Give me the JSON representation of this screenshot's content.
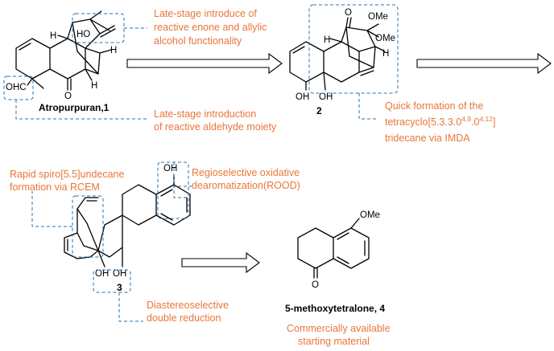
{
  "compounds": {
    "atropurpuran": "Atropurpuran,1",
    "c2": "2",
    "c3": "3",
    "c4": "5-methoxytetralone, 4"
  },
  "notes": {
    "enone_line1": "Late-stage introduce of",
    "enone_line2": "reactive enone and allylic",
    "enone_line3": "alcohol functionality",
    "aldehyde_line1": "Late-stage introduction",
    "aldehyde_line2": "of reactive aldehyde moiety",
    "tetracyclo_line1": "Quick formation of the",
    "tetracyclo_base": "tetracyclo[5.3.3.0",
    "tetracyclo_sup1": "4,9",
    "tetracyclo_mid": ".0",
    "tetracyclo_sup2": "4,12",
    "tetracyclo_end": "]",
    "tetracyclo_line3": "tridecane via IMDA",
    "spiro_line1": "Rapid spiro[5.5]undecane",
    "spiro_line2": "formation via RCEM",
    "rood_line1": "Regioselective oxidative",
    "rood_line2": "dearomatization(ROOD)",
    "reduction_line1": "Diastereoselective",
    "reduction_line2": "double reduction",
    "commercial_line1": "Commercially available",
    "commercial_line2": "starting material"
  },
  "atoms": {
    "h": "H",
    "ho": "HO",
    "ohc": "OHC",
    "o": "O",
    "ome": "OMe",
    "oh": "OH"
  },
  "colors": {
    "annotation": "#e8763a",
    "dashed_box": "#2a6fb0"
  }
}
